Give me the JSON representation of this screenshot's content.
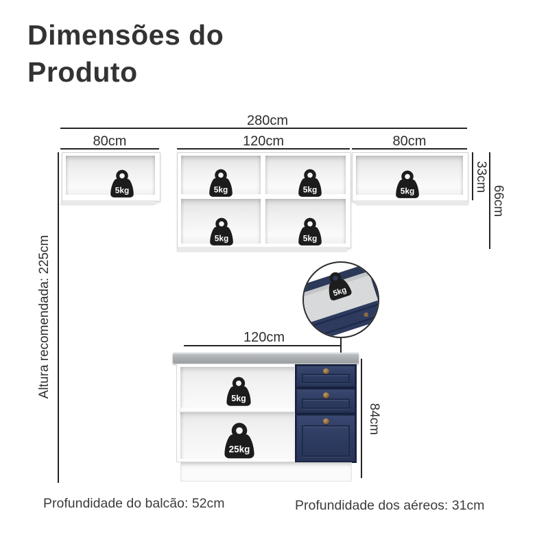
{
  "title": "Dimensões do Produto",
  "dimensions": {
    "total_width": "280cm",
    "segment_left": "80cm",
    "segment_middle": "120cm",
    "segment_right": "80cm",
    "wall_cabinet_height_single": "33cm",
    "wall_cabinet_height_double": "66cm",
    "recommended_height": "Altura recomendada: 225cm",
    "base_cabinet_width": "120cm",
    "base_cabinet_height": "84cm"
  },
  "weights": {
    "wall_left": "5kg",
    "wall_mid_top_left": "5kg",
    "wall_mid_top_right": "5kg",
    "wall_mid_bottom_left": "5kg",
    "wall_mid_bottom_right": "5kg",
    "wall_right": "5kg",
    "drawer": "5kg",
    "base_shelf_top": "5kg",
    "base_shelf_bottom": "25kg"
  },
  "footer": {
    "counter_depth": "Profundidade do balcão: 52cm",
    "wall_depth": "Profundidade dos aéreos: 31cm"
  },
  "colors": {
    "drawer_navy": "#2e3b5f",
    "knob_brass": "#8a6a3f",
    "countertop_gray": "#aaaeb1",
    "line": "#242424",
    "text": "#333333"
  }
}
